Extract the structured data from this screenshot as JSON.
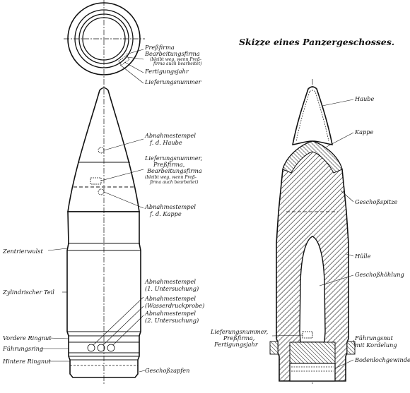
{
  "title": "Skizze eines Panzergeschosses.",
  "top_view_labels": {
    "pressfirma": "Preßfirma",
    "bearbeitungsfirma": "Bearbeitungsfirma",
    "bearbeitungsfirma_note": "(bleibt weg, wenn Preß-",
    "bearbeitungsfirma_note2": "firma auch bearbeitet)",
    "fertigungsjahr": "Fertigungsjahr",
    "lieferungsnummer": "Lieferungsnummer"
  },
  "exterior_labels": {
    "abnahme_haube_1": "Abnahmestempel",
    "abnahme_haube_2": "f. d. Haube",
    "lief_1": "Lieferungsnummer,",
    "lief_2": "Preßfirma,",
    "lief_3": "Bearbeitungsfirma",
    "lief_4": "(bleibt weg, wenn Preß-",
    "lief_5": "firma auch bearbeitet)",
    "abnahme_kappe_1": "Abnahmestempel",
    "abnahme_kappe_2": "f. d. Kappe",
    "zentrierwulst": "Zentrierwulst",
    "zylindrischer_teil": "Zylindrischer Teil",
    "abnahme_1a": "Abnahmestempel",
    "abnahme_1b": "(1. Untersuchung)",
    "abnahme_w_a": "Abnahmestempel",
    "abnahme_w_b": "(Wasserdruckprobe)",
    "abnahme_2a": "Abnahmestempel",
    "abnahme_2b": "(2. Untersuchung)",
    "vordere_ringnut": "Vordere Ringnut",
    "fuehrungsring": "Führungsring",
    "hintere_ringnut": "Hintere Ringnut",
    "geschosszapfen": "Geschoßzapfen"
  },
  "section_labels": {
    "haube": "Haube",
    "kappe": "Kappe",
    "geschossspitze": "Geschoßspitze",
    "huelle": "Hülle",
    "geschosshoehlung": "Geschoßhöhlung",
    "lief_1": "Lieferungsnummer,",
    "lief_2": "Preßfirma,",
    "lief_3": "Fertigungsjahr",
    "fuehrungsnut_1": "Führungsnut",
    "fuehrungsnut_2": "mit Kordelung",
    "bodenloch": "Bodenlochgewinde"
  }
}
